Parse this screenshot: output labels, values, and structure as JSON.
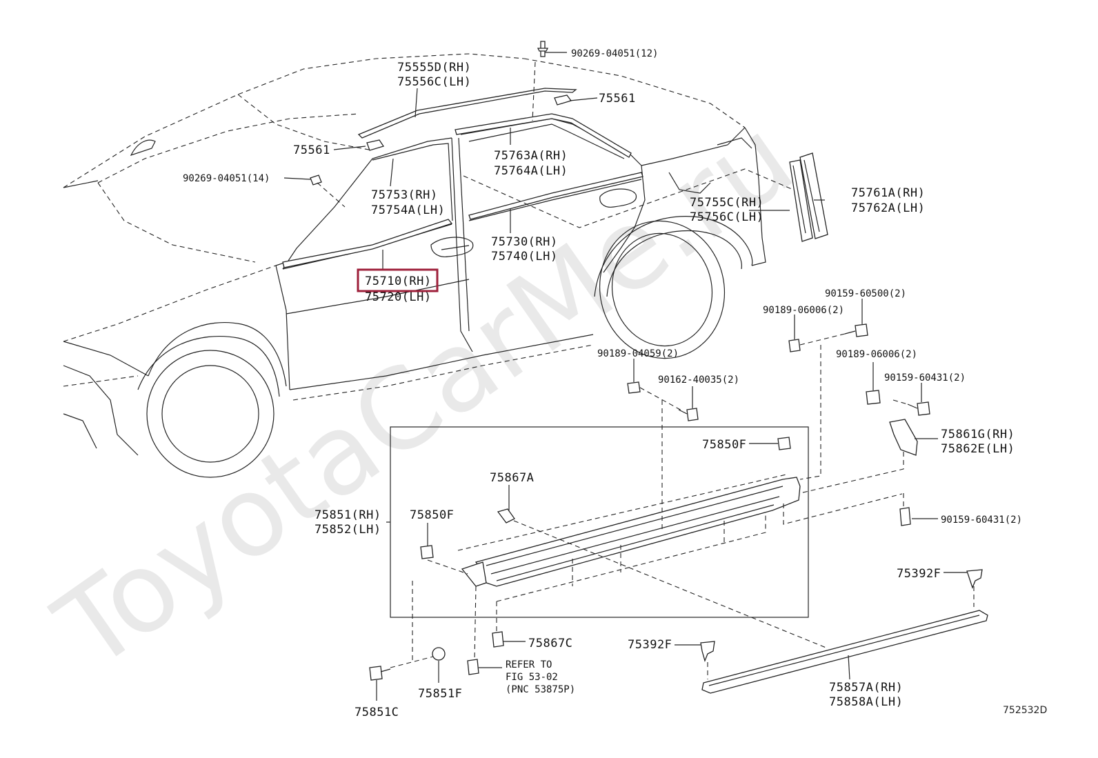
{
  "watermark": "ToyotaCarMe.ru",
  "diagram_code": "752532D",
  "highlight_color": "#9e1f3a",
  "labels": {
    "l_90269_12": "90269-04051(12)",
    "l_75555d": "75555D(RH)",
    "l_75556c": "75556C(LH)",
    "l_75561_top": "75561",
    "l_75561_left": "75561",
    "l_90269_14": "90269-04051(14)",
    "l_75763a": "75763A(RH)",
    "l_75764a": "75764A(LH)",
    "l_75753": "75753(RH)",
    "l_75754a": "75754A(LH)",
    "l_75761a": "75761A(RH)",
    "l_75762a": "75762A(LH)",
    "l_75755c": "75755C(RH)",
    "l_75756c": "75756C(LH)",
    "l_75730": "75730(RH)",
    "l_75740": "75740(LH)",
    "l_75710": "75710(RH)",
    "l_75720": "75720(LH)",
    "l_90159_60500": "90159-60500(2)",
    "l_90189_06006_a": "90189-06006(2)",
    "l_90189_06006_b": "90189-06006(2)",
    "l_90189_04059": "90189-04059(2)",
    "l_90162_40035": "90162-40035(2)",
    "l_90159_60431_a": "90159-60431(2)",
    "l_90159_60431_b": "90159-60431(2)",
    "l_75861g": "75861G(RH)",
    "l_75862e": "75862E(LH)",
    "l_75850f_a": "75850F",
    "l_75850f_b": "75850F",
    "l_75867a": "75867A",
    "l_75851": "75851(RH)",
    "l_75852": "75852(LH)",
    "l_75392f_a": "75392F",
    "l_75392f_b": "75392F",
    "l_75867c": "75867C",
    "l_refer1": "REFER TO",
    "l_refer2": "FIG 53-02",
    "l_refer3": "(PNC 53875P)",
    "l_75851f": "75851F",
    "l_75851c": "75851C",
    "l_75857a": "75857A(RH)",
    "l_75858a": "75858A(LH)"
  }
}
